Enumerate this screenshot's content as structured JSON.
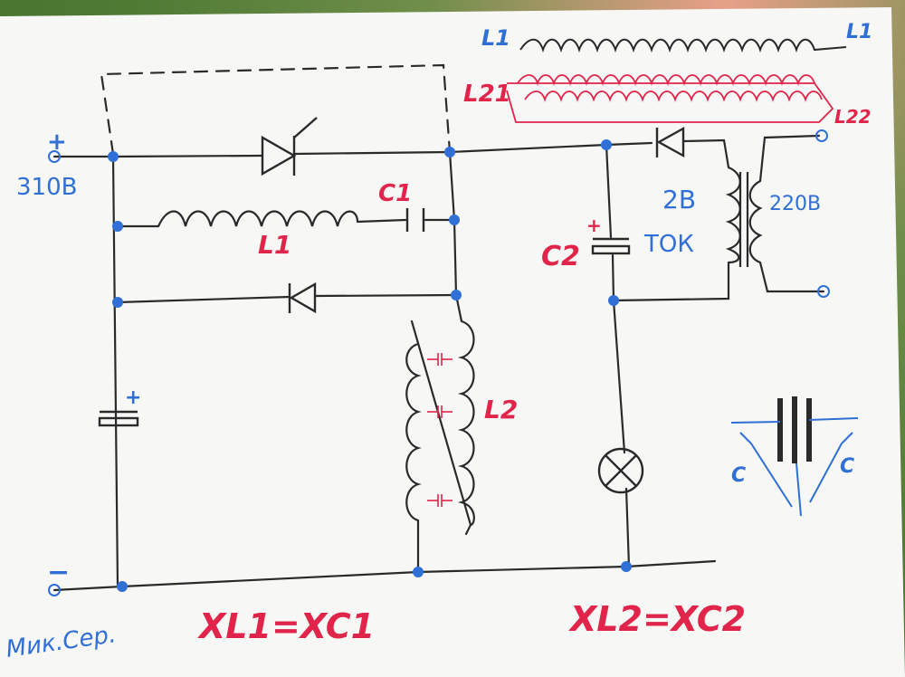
{
  "labels": {
    "plus_top": "+",
    "voltage_in": "310В",
    "minus_bottom": "−",
    "l1_top_left": "L1",
    "l1_top_right": "L1",
    "l21": "L21",
    "l22": "L22",
    "c1": "C1",
    "l1_mid": "L1",
    "l2": "L2",
    "c2": "C2",
    "two_v": "2В",
    "tok": "ТОК",
    "v220": "220В",
    "cap_plus_left": "+",
    "cap_plus_c2": "+",
    "c_left": "C",
    "c_right": "C",
    "formula_left": "XL1=XC1",
    "formula_right": "XL2=XC2",
    "signature": "Мик.Сер."
  },
  "colors": {
    "ink": "#2a2a2a",
    "red": "#e0244a",
    "blue": "#2f6fd6",
    "paper": "#f8f8f6"
  }
}
